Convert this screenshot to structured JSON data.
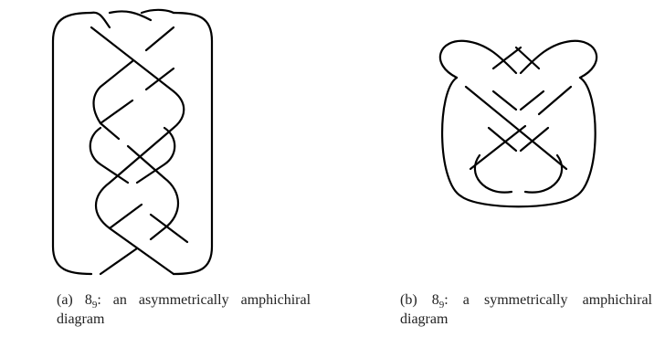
{
  "figures": [
    {
      "label": "(a)",
      "knot_main": "8",
      "knot_sub": "9",
      "caption_text": ": an asymmetrically amphichiral diagram"
    },
    {
      "label": "(b)",
      "knot_main": "8",
      "knot_sub": "9",
      "caption_text": ": a symmetrically amphichiral diagram"
    }
  ]
}
